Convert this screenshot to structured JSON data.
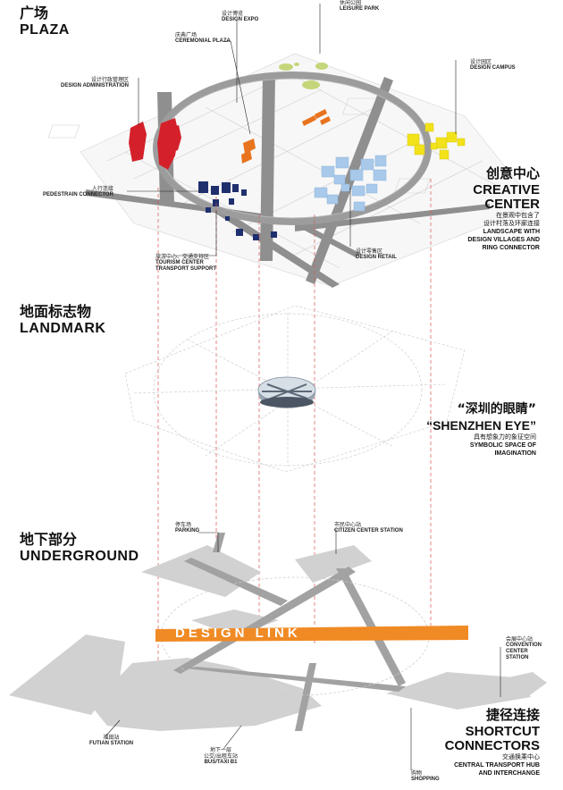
{
  "plaza": {
    "title_cn": "广场",
    "title_en": "PLAZA",
    "labels": {
      "design_expo": {
        "cn": "设计博览",
        "en": "DESIGN EXPO"
      },
      "leisure_park": {
        "cn": "休闲公园",
        "en": "LEISURE PARK"
      },
      "ceremonial_plaza": {
        "cn": "庆典广场",
        "en": "CEREMONIAL PLAZA"
      },
      "design_campus": {
        "cn": "设计园区",
        "en": "DESIGN CAMPUS"
      },
      "design_admin": {
        "cn": "设计行政管理区",
        "en": "DESIGN ADMINISTRATION"
      },
      "pedestrian": {
        "cn": "人行连接",
        "en": "PEDESTRAIN CONNECTOR"
      },
      "tourism_cn": "旅游中心、交通支持区",
      "tourism_en1": "TOURISM CENTER",
      "tourism_en2": "TRANSPORT SUPPORT",
      "design_retail": {
        "cn": "设计零售区",
        "en": "DESIGN RETAIL"
      }
    },
    "creative": {
      "cn": "创意中心",
      "en1": "CREATIVE",
      "en2": "CENTER",
      "desc_cn1": "在景观中包含了",
      "desc_cn2": "设计村落及环廊连接",
      "desc_en1": "LANDSCAPE WITH",
      "desc_en2": "DESIGN VILLAGES AND",
      "desc_en3": "RING CONNECTOR"
    },
    "colors": {
      "admin": "#d4202a",
      "expo": "#e8741f",
      "campus": "#f2e21a",
      "tourism": "#1f2f6e",
      "retail": "#a9c9ea",
      "park": "#c4d67a",
      "ring": "#9c9c9c"
    }
  },
  "landmark": {
    "title_cn": "地面标志物",
    "title_en": "LANDMARK",
    "eye_cn": "“深圳的眼睛”",
    "eye_en": "“SHENZHEN EYE”",
    "desc_cn": "具有想象力的象征空间",
    "desc_en1": "SYMBOLIC SPACE OF",
    "desc_en2": "IMAGINATION"
  },
  "underground": {
    "title_cn": "地下部分",
    "title_en": "UNDERGROUND",
    "banner": "DESIGN LINK",
    "banner_color": "#f08a24",
    "labels": {
      "parking": {
        "cn": "停车场",
        "en": "PARKING"
      },
      "citizen": {
        "cn": "市民中心站",
        "en": "CITIZEN CENTER STATION"
      },
      "convention": {
        "cn": "会展中心站",
        "en1": "CONVENTION",
        "en2": "CENTER",
        "en3": "STATION"
      },
      "futian": {
        "cn": "福田站",
        "en": "FUTIAN STATION"
      },
      "bus": {
        "cn1": "地下一层",
        "cn2": "公交/出租车站",
        "en": "BUS/TAXI B1"
      },
      "shopping": {
        "cn": "购物",
        "en": "SHOPPING"
      }
    },
    "shortcut": {
      "cn": "捷径连接",
      "en1": "SHORTCUT",
      "en2": "CONNECTORS",
      "desc_cn": "交通换乘中心",
      "desc_en1": "CENTRAL TRANSPORT HUB",
      "desc_en2": "AND INTERCHANGE"
    }
  }
}
